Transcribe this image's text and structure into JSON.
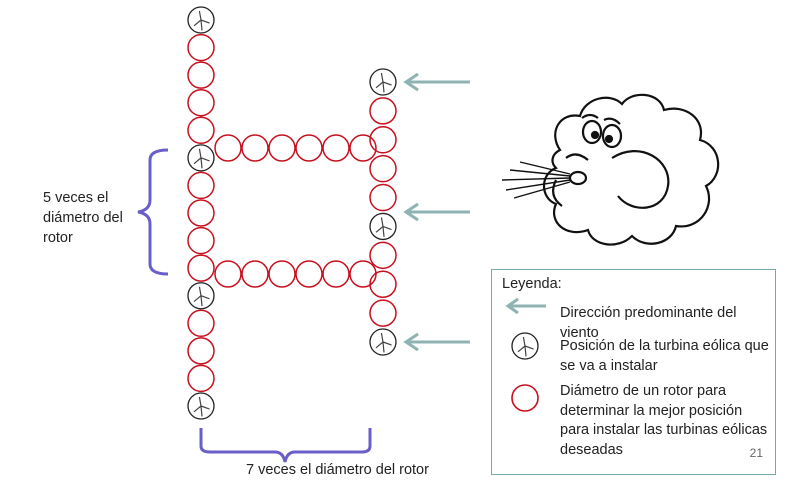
{
  "labels": {
    "five_times": "5 veces el diámetro del rotor",
    "seven_times": "7 veces el diámetro del rotor"
  },
  "legend": {
    "title": "Leyenda:",
    "wind_direction": "Dirección predominante del viento",
    "turbine_position": "Posición de la turbina eólica que se va a instalar",
    "rotor_diameter": "Diámetro de un rotor para determinar la mejor posición para instalar las turbinas eólicas deseadas"
  },
  "page_number": "21",
  "colors": {
    "rotor_circle": "#c8101e",
    "arrow": "#8fb3b3",
    "bracket": "#6a5fc8",
    "legend_border": "#7aa7a7",
    "turbine_outline": "#222222"
  },
  "icons": [
    "wind-turbine-icon",
    "wind-arrow-icon",
    "blowing-cloud-icon",
    "rotor-circle-icon"
  ]
}
